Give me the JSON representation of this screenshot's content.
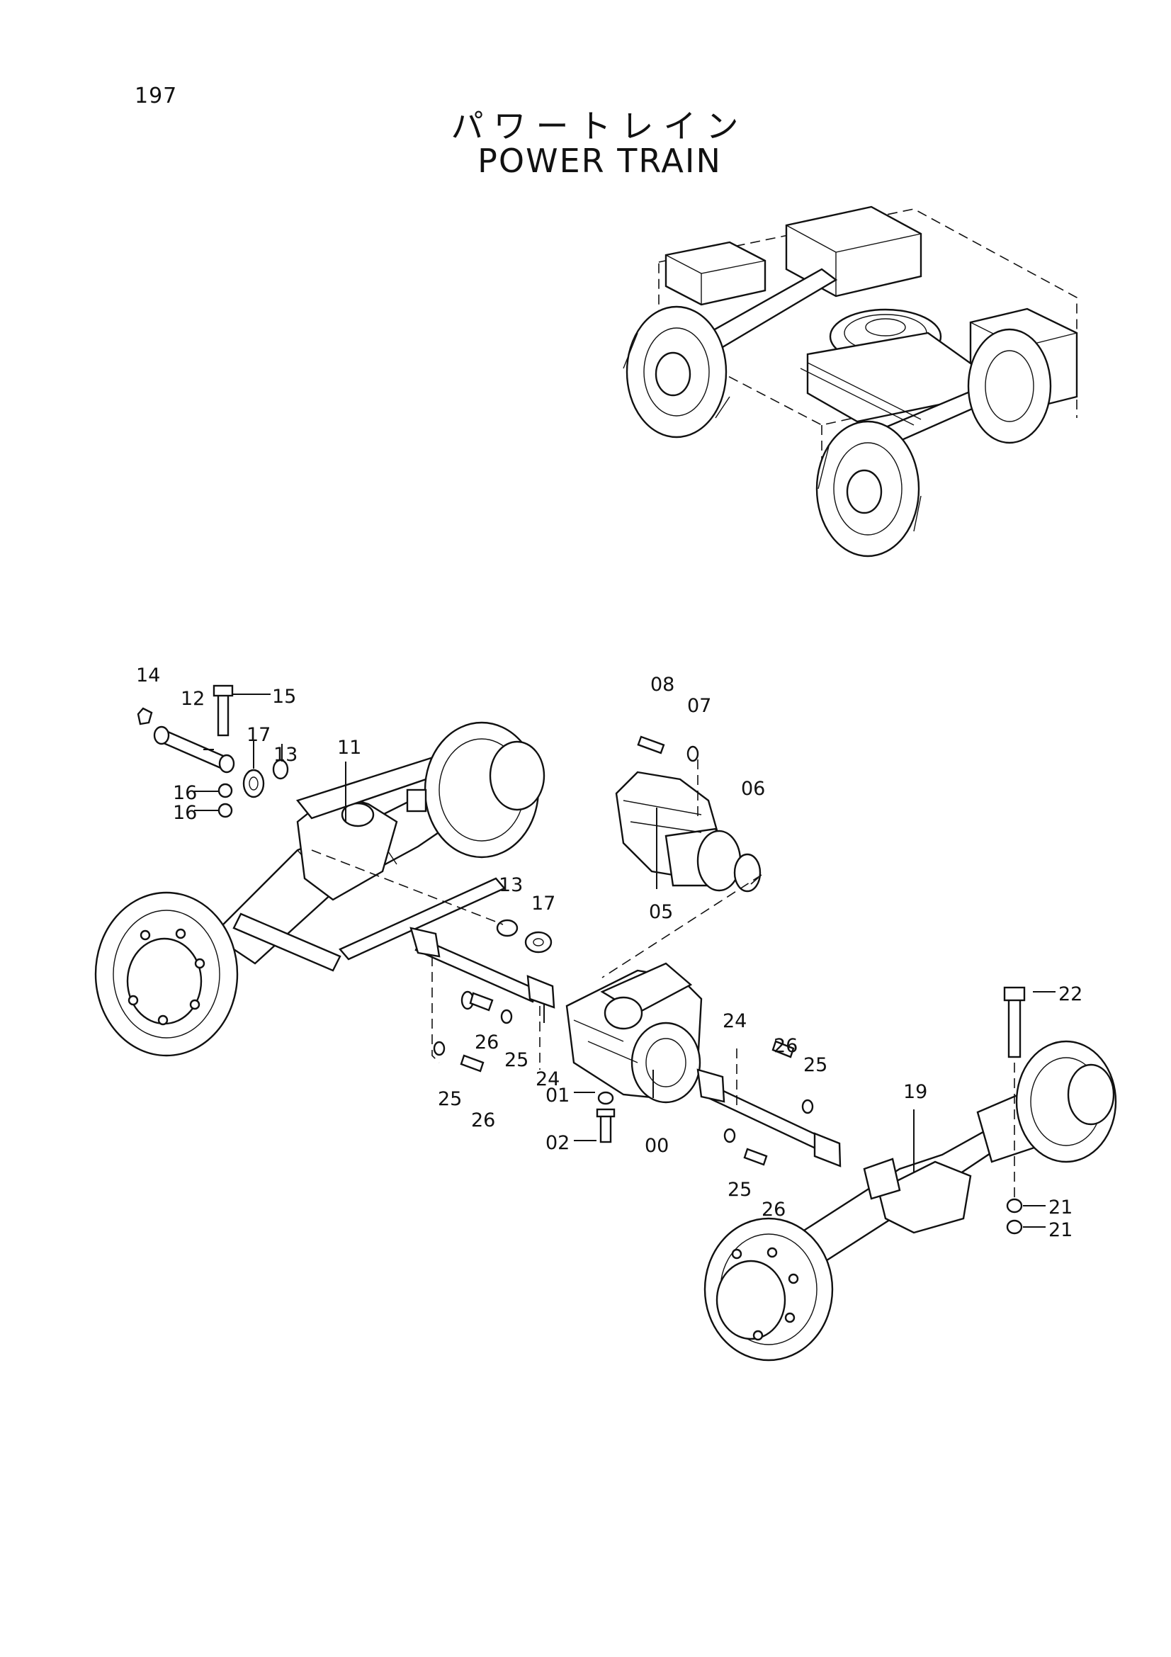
{
  "page": {
    "number": "197"
  },
  "title": {
    "japanese": "パワートレイン",
    "english": "POWER TRAIN"
  },
  "callouts": {
    "c00": "00",
    "c01": "01",
    "c02": "02",
    "c05": "05",
    "c06": "06",
    "c07": "07",
    "c08": "08",
    "c11": "11",
    "c12": "12",
    "c13a": "13",
    "c13b": "13",
    "c14": "14",
    "c15": "15",
    "c16a": "16",
    "c16b": "16",
    "c17a": "17",
    "c17b": "17",
    "c19": "19",
    "c21a": "21",
    "c21b": "21",
    "c22": "22",
    "c24a": "24",
    "c24b": "24",
    "c25a": "25",
    "c25b": "25",
    "c25c": "25",
    "c25d": "25",
    "c26a": "26",
    "c26b": "26",
    "c26c": "26",
    "c26d": "26"
  }
}
